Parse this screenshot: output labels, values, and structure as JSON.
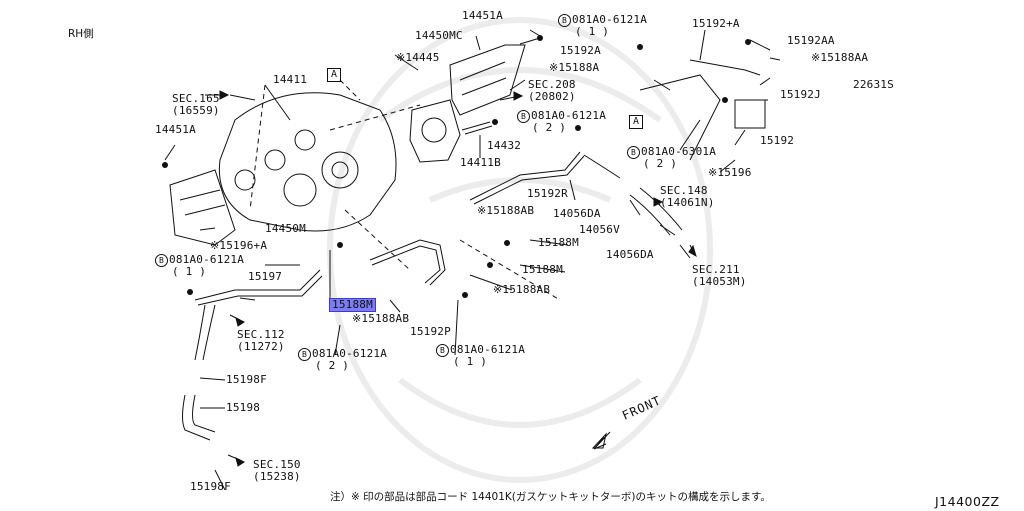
{
  "side_label": "RH側",
  "diagram_code": "J14400ZZ",
  "footnote": "注）※ 印の部品は部品コード 14401K(ガスケットキットターボ)のキットの構成を示します。",
  "front_label": "FRONT",
  "ref_box": "A",
  "bolt_symbol": "B",
  "parts": {
    "p14451A_top": "14451A",
    "p14450MC": "14450MC",
    "p14445": "※14445",
    "p14411": "14411",
    "sec165": "SEC.165",
    "sec165_sub": "(16559)",
    "p14451A_left": "14451A",
    "sec208": "SEC.208",
    "sec208_sub": "(20802)",
    "p14432": "14432",
    "p14411B": "14411B",
    "b081A0_6121A_a": "081A0-6121A",
    "b081A0_6121A_a_qty": "( 2 )",
    "b081A0_6121A_top": "081A0-6121A",
    "b081A0_6121A_top_qty": "( 1 )",
    "p15192A": "15192A",
    "p15188A": "※15188A",
    "p15192_plusA": "15192+A",
    "p15192AA": "15192AA",
    "p15188AA": "※15188AA",
    "p22631S": "22631S",
    "p15192J": "15192J",
    "p15192": "15192",
    "b081A0_6301A": "081A0-6301A",
    "b081A0_6301A_qty": "( 2 )",
    "p15196": "※15196",
    "sec148": "SEC.148",
    "sec148_sub": "(14061N)",
    "p15192R": "15192R",
    "p15188AB_a": "※15188AB",
    "p14056DA_a": "14056DA",
    "p14056V": "14056V",
    "p14056DA_b": "14056DA",
    "sec211": "SEC.211",
    "sec211_sub": "(14053M)",
    "p15188M_a": "15188M",
    "p15188M_b": "15188M",
    "p15188AB_b": "※15188AB",
    "p14450M": "14450M",
    "p15196_plusA": "※15196+A",
    "b081A0_6121A_left": "081A0-6121A",
    "b081A0_6121A_left_qty": "( 1 )",
    "p15197": "15197",
    "p15188M_hl": "15188M",
    "p15188AB_c": "※15188AB",
    "sec112": "SEC.112",
    "sec112_sub": "(11272)",
    "b081A0_6121A_mid": "081A0-6121A",
    "b081A0_6121A_mid_qty": "( 2 )",
    "p15192P": "15192P",
    "b081A0_6121A_right": "081A0-6121A",
    "b081A0_6121A_right_qty": "( 1 )",
    "p15198F_a": "15198F",
    "p15198": "15198",
    "sec150": "SEC.150",
    "sec150_sub": "(15238)",
    "p15198F_b": "15198F"
  },
  "colors": {
    "highlight": "#7c7cf6",
    "line": "#111111",
    "watermark": "#ececec"
  }
}
